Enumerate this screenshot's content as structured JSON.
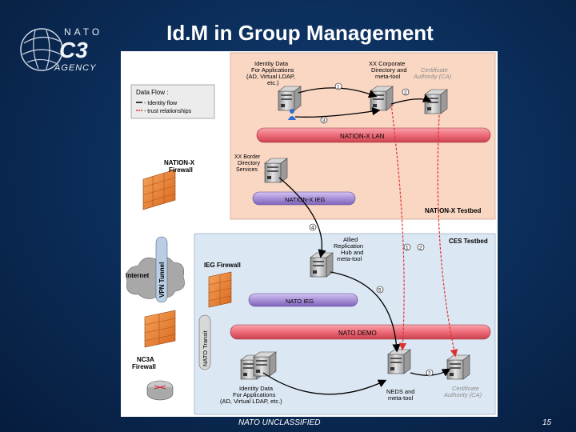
{
  "slide": {
    "title": "Id.M in Group Management",
    "footer": "NATO UNCLASSIFIED",
    "page_number": "15",
    "logo": {
      "top": "NATO",
      "mid": "C3",
      "bottom": "AGENCY"
    }
  },
  "legend": {
    "title": "Data Flow :",
    "identity": "- Identity flow",
    "trust": "- trust relationships"
  },
  "zones": {
    "nation_testbed": "NATION-X Testbed",
    "ces_testbed": "CES Testbed"
  },
  "buses": {
    "nationx_lan": "NATION-X LAN",
    "nationx_ieg": "NATION-X IEG",
    "nato_ieg": "NATO IEG",
    "nato_demo": "NATO DEMO"
  },
  "firewalls": {
    "nationx": [
      "NATION-X",
      "Firewall"
    ],
    "ieg": "IEG Firewall",
    "nc3a": [
      "NC3A",
      "Firewall"
    ]
  },
  "network": {
    "internet": "Internet",
    "vpn": "VPN Tunnel",
    "nato_transit": "NATO Transit"
  },
  "servers": {
    "identity_top": [
      "Identity Data",
      "For Applications",
      "(AD, Virtual LDAP,",
      "etc.)"
    ],
    "xx_corporate": [
      "XX Corporate",
      "Directory and",
      "meta-tool"
    ],
    "ca_top": [
      "Certificate",
      "Authority (CA)"
    ],
    "border": [
      "XX Border",
      "Directory",
      "Services"
    ],
    "allied": [
      "Allied",
      "Replication",
      "Hub and",
      "meta-tool"
    ],
    "identity_bottom": [
      "Identity Data",
      "For Applications",
      "(AD, Virtual LDAP, etc.)"
    ],
    "neds": [
      "NEDS and",
      "meta-tool"
    ],
    "ca_bottom": [
      "Certificate",
      "Authority (CA)"
    ]
  },
  "steps": [
    "1",
    "2",
    "3",
    "4",
    "5",
    "1",
    "2",
    "2"
  ],
  "colors": {
    "nation_zone": "#f9d7c3",
    "ces_zone": "#dbe7f3",
    "bus_red": "#ee6b78",
    "bus_purple": "#a992d8",
    "firewall": "#f08a3c",
    "identity_flow": "#000000",
    "trust_flow": "#e0302c"
  }
}
